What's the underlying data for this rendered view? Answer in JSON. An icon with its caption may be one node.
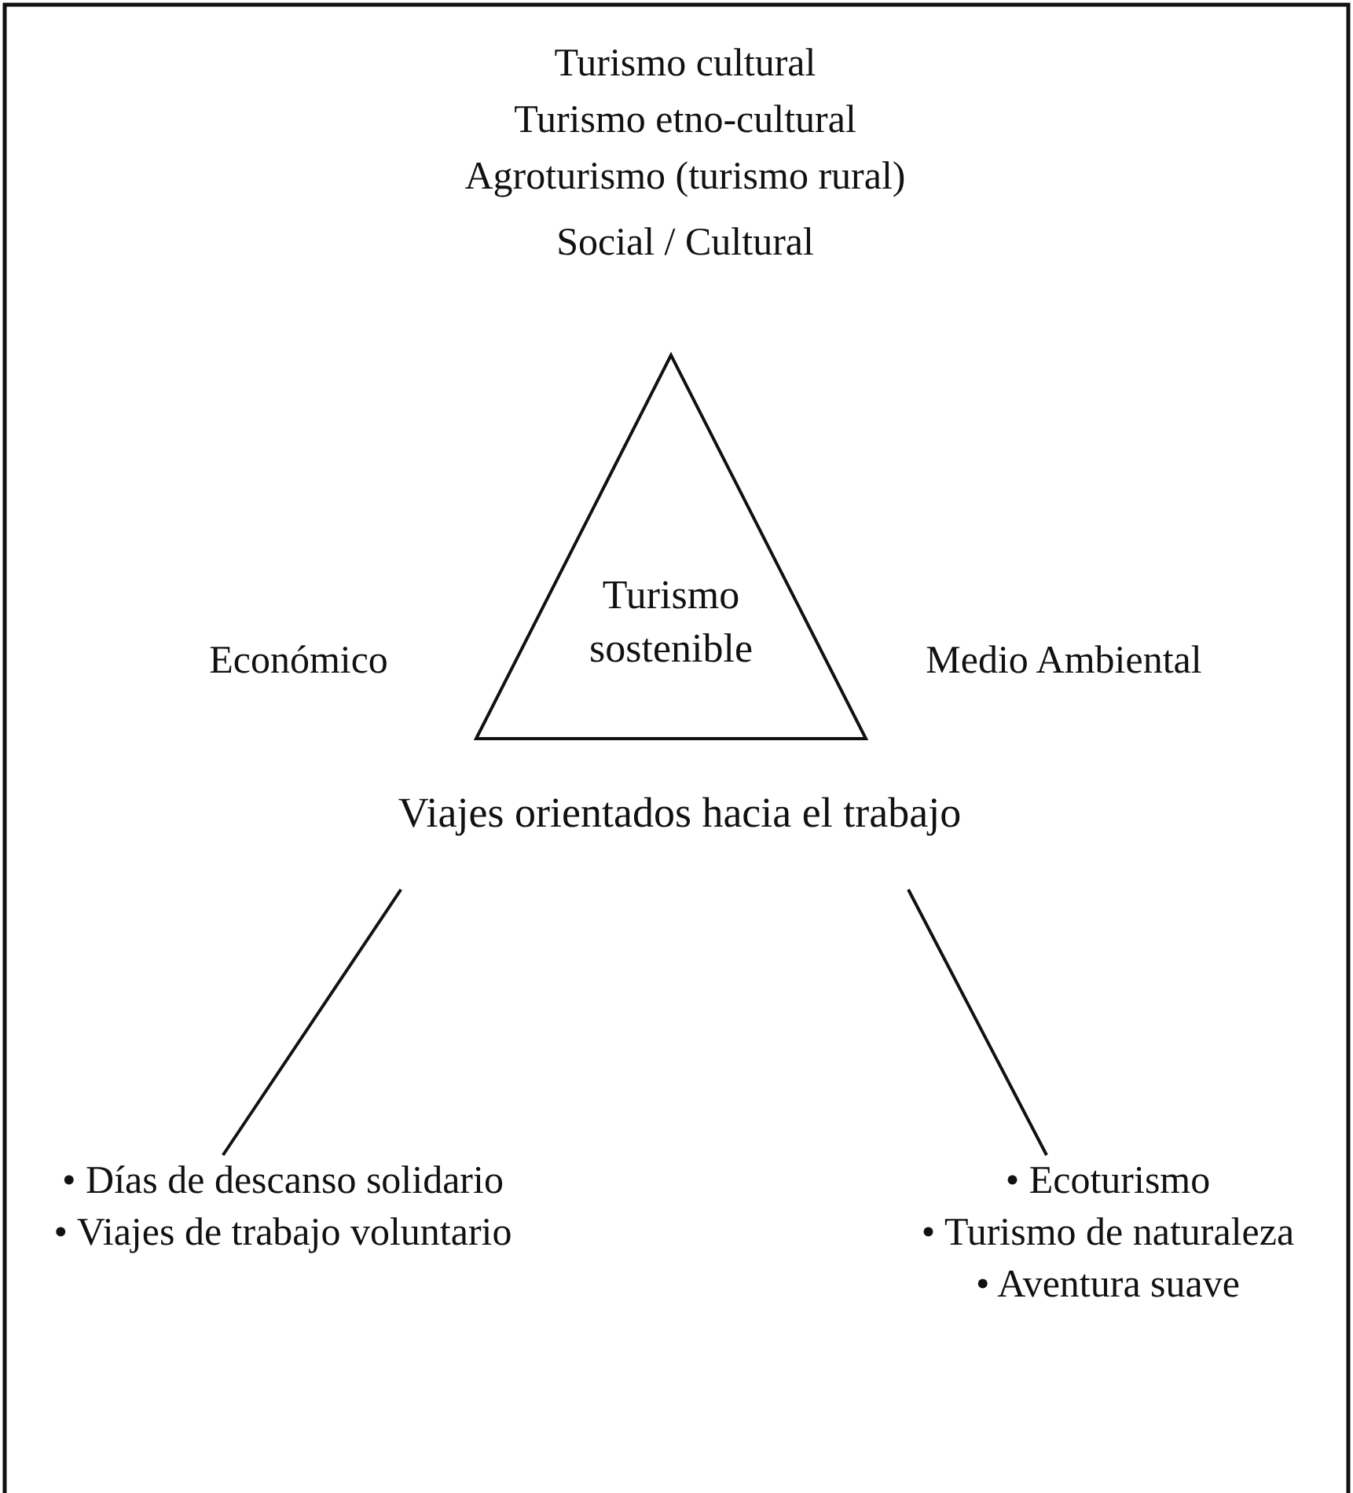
{
  "diagram": {
    "nodes": [
      {
        "text": [
          "Turismo sostenible"
        ]
      },
      {
        "text": [
          "Viajes orientados hacia el trabajo"
        ]
      },
      {
        "text": [
          "• Días de descanso solidario",
          "• Viajes de trabajo voluntario"
        ]
      },
      {
        "text": [
          "• Ecoturismo",
          "• Turismo de naturaleza",
          "• Aventura suave"
        ]
      }
    ],
    "edges": [
      {
        "from": 1,
        "to": 2,
        "arrow": "none"
      },
      {
        "from": 1,
        "to": 3,
        "arrow": "none"
      }
    ],
    "labels": [
      "Turismo cultural",
      "Turismo etno-cultural",
      "Agroturismo (turismo rural)",
      "Social / Cultural",
      "Económico",
      "Medio Ambiental"
    ]
  }
}
